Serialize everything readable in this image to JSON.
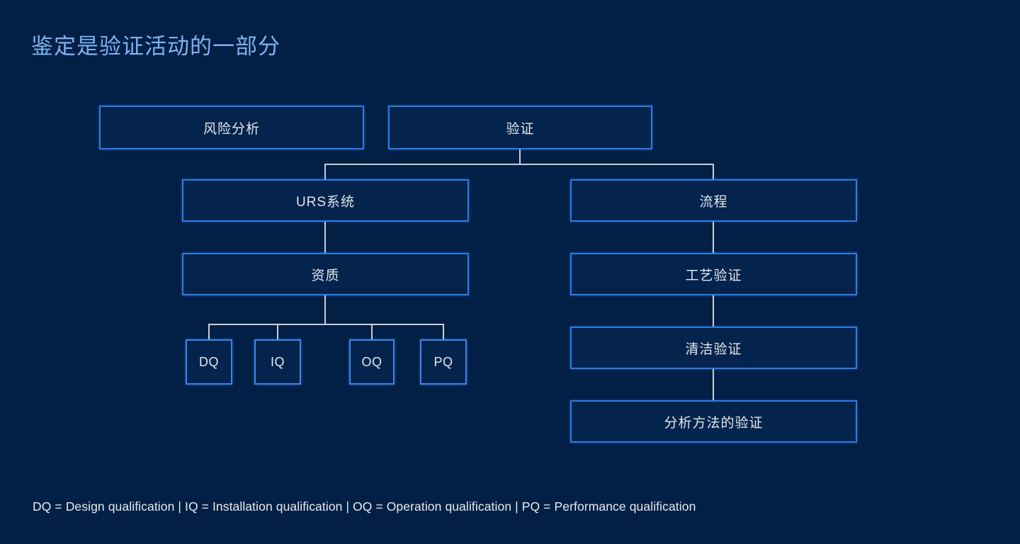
{
  "slide": {
    "title": "鉴定是验证活动的一部分",
    "background_color": "#021f45",
    "title_color": "#7fb2ef",
    "box_border_color": "#2d7ce4",
    "box_fill_color": "#04244e",
    "connector_color": "#c9ced6",
    "text_color": "#e3e6ea"
  },
  "diagram": {
    "nodes": {
      "risk_analysis": "风险分析",
      "validation": "验证",
      "urs_system": "URS系统",
      "process": "流程",
      "qualification": "资质",
      "process_validation": "工艺验证",
      "cleaning_validation": "清洁验证",
      "analytical_method_validation": "分析方法的验证",
      "dq": "DQ",
      "iq": "IQ",
      "oq": "OQ",
      "pq": "PQ"
    }
  },
  "footer": {
    "legend": "DQ = Design qualification | IQ = Installation qualification | OQ = Operation qualification | PQ = Performance qualification"
  }
}
